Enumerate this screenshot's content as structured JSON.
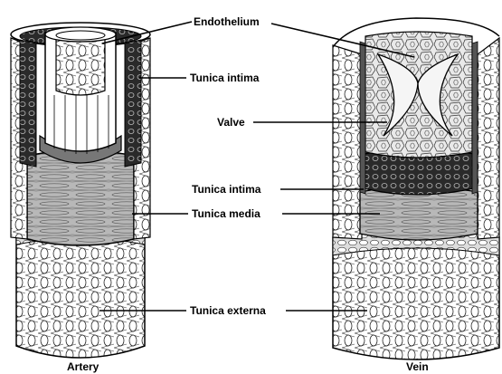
{
  "labels": {
    "endothelium": "Endothelium",
    "tunica_intima_top": "Tunica intima",
    "valve": "Valve",
    "tunica_intima_bottom": "Tunica intima",
    "tunica_media": "Tunica media",
    "tunica_externa": "Tunica externa"
  },
  "captions": {
    "artery": "Artery",
    "vein": "Vein"
  }
}
